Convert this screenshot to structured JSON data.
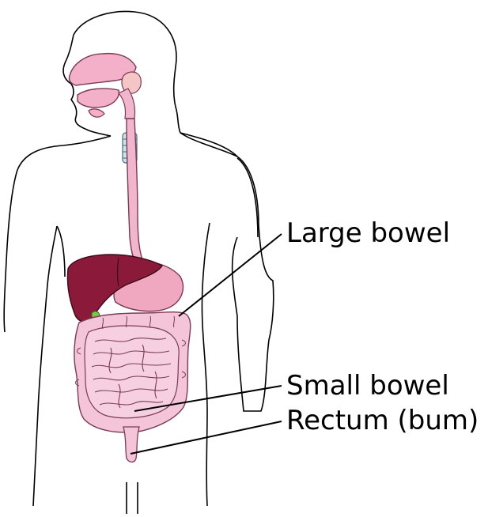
{
  "diagram": {
    "labels": {
      "large_bowel": "Large bowel",
      "small_bowel": "Small bowel",
      "rectum": "Rectum (bum)"
    },
    "colors": {
      "outline": "#000000",
      "liver": "#8b1a3a",
      "stomach": "#f0a8c0",
      "intestine": "#f4c4d8",
      "intestine_stroke": "#7a3a55",
      "esophagus": "#f2b6cc",
      "trachea": "#cfe3ea",
      "gallbladder": "#7ac943",
      "mouth": "#f4b0c8"
    }
  }
}
